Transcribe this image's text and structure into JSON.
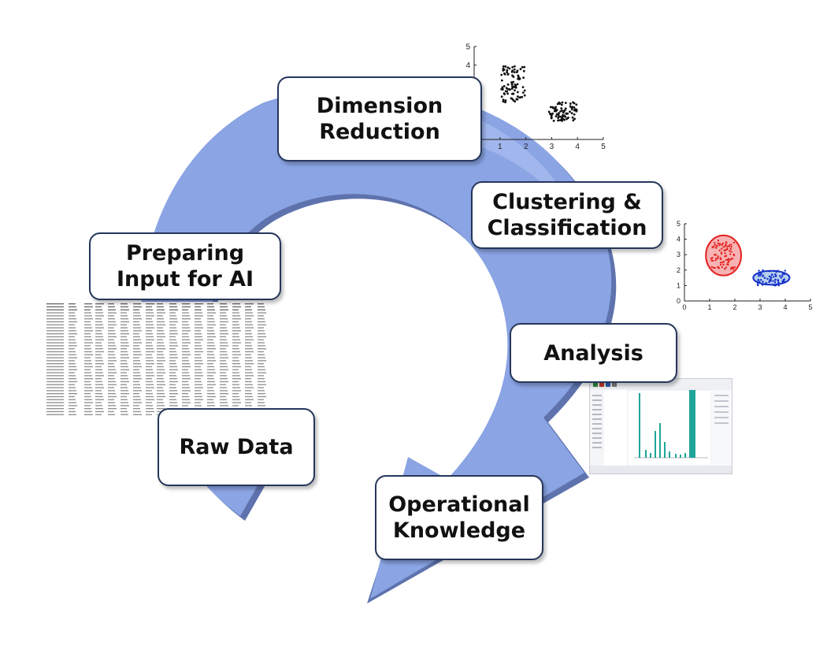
{
  "stages": {
    "dimension_reduction": [
      "Dimension",
      "Reduction"
    ],
    "clustering": [
      "Clustering &",
      "Classification"
    ],
    "preparing_input": [
      "Preparing",
      "Input for AI"
    ],
    "analysis": [
      "Analysis"
    ],
    "raw_data": [
      "Raw Data"
    ],
    "operational_knowledge": [
      "Operational",
      "Knowledge"
    ]
  },
  "colors": {
    "cycle_fill": "#8aa4e4",
    "cycle_edge": "#5e73ad",
    "box_border": "#26365b",
    "cluster_a": "#e52222",
    "cluster_a_fill": "#f7b3b3",
    "cluster_b": "#1531c9",
    "cluster_b_fill": "#b9d0ee",
    "bars": "#1fa59a"
  },
  "plot_axis": {
    "x_ticks": [
      "0",
      "1",
      "2",
      "3",
      "4",
      "5"
    ],
    "y_ticks": [
      "0",
      "1",
      "2",
      "3",
      "4",
      "5"
    ]
  },
  "scatter_clusters": [
    {
      "name": "",
      "x_range": [
        1.05,
        2.0
      ],
      "y_range": [
        2.0,
        3.95
      ]
    },
    {
      "name": "",
      "x_range": [
        2.9,
        4.0
      ],
      "y_range": [
        1.0,
        2.0
      ]
    }
  ]
}
